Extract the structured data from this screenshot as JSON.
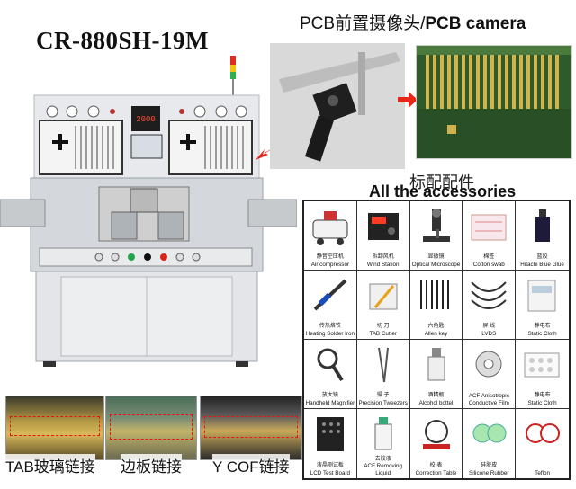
{
  "header": {
    "model": "CR-880SH-19M",
    "camera_title_cn": "PCB前置摄像头/",
    "camera_title_en": "PCB camera",
    "accessories_cn": "标配配件",
    "accessories_en": "All the accessories"
  },
  "machine": {
    "temp_display": "2000"
  },
  "accessories": [
    {
      "cn": "静音空压机",
      "en": "Air compressor",
      "icon": "air-compressor-icon"
    },
    {
      "cn": "拆卸风机",
      "en": "Wind Station",
      "icon": "wind-station-icon"
    },
    {
      "cn": "显微镜",
      "en": "Optical Microscope",
      "icon": "microscope-icon"
    },
    {
      "cn": "棉签",
      "en": "Cotton swab",
      "icon": "cotton-swab-icon"
    },
    {
      "cn": "蓝胶",
      "en": "Hitachi Blue Glue",
      "icon": "glue-bottle-icon"
    },
    {
      "cn": "传热烙铁",
      "en": "Heating Solder Iron",
      "icon": "solder-iron-icon"
    },
    {
      "cn": "切 刀",
      "en": "TAB Cutter",
      "icon": "cutter-icon"
    },
    {
      "cn": "六角匙",
      "en": "Allen key",
      "icon": "allen-key-icon"
    },
    {
      "cn": "屏 线",
      "en": "LVDS",
      "icon": "lvds-cable-icon"
    },
    {
      "cn": "静电布",
      "en": "Static Cloth",
      "icon": "static-cloth-icon"
    },
    {
      "cn": "放大镜",
      "en": "Handheld Magnifier",
      "icon": "magnifier-icon"
    },
    {
      "cn": "镊 子",
      "en": "Precision Tweezers",
      "icon": "tweezers-icon"
    },
    {
      "cn": "酒精瓶",
      "en": "Alcohol bottel",
      "icon": "alcohol-bottle-icon"
    },
    {
      "cn": "",
      "en": "ACF Anisotropic Conductive Film",
      "icon": "acf-film-icon"
    },
    {
      "cn": "静电布",
      "en": "Static Cloth",
      "icon": "static-cloth-box-icon"
    },
    {
      "cn": "液晶测试板",
      "en": "LCD Test Board",
      "icon": "test-board-icon"
    },
    {
      "cn": "去胶液",
      "en": "ACF Removing Liquid",
      "icon": "removing-liquid-icon"
    },
    {
      "cn": "校 表",
      "en": "Correction Table",
      "icon": "correction-table-icon"
    },
    {
      "cn": "硅胶皮",
      "en": "Silicone Rubber",
      "icon": "silicone-rubber-icon"
    },
    {
      "cn": "",
      "en": "Teflon",
      "icon": "teflon-icon"
    }
  ],
  "bonding": {
    "label1": "TAB玻璃链接",
    "label2": "边板链接",
    "label3": "Y  COF链接"
  },
  "colors": {
    "arrow": "#e8261c",
    "dash": "#ee1111",
    "board_green": "#2e5a2c"
  }
}
